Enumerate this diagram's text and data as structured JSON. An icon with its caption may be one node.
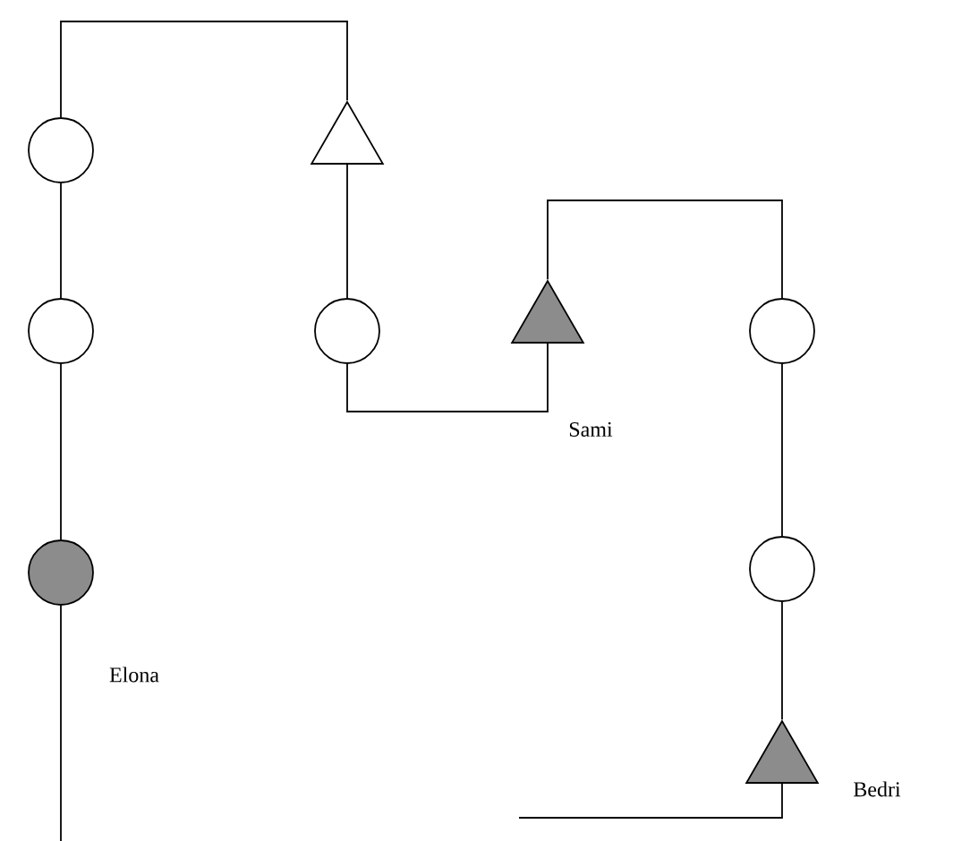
{
  "diagram": {
    "nodes": [
      {
        "text": [],
        "shape": "circle"
      },
      {
        "text": [],
        "shape": "triangle"
      },
      {
        "text": [],
        "shape": "circle"
      },
      {
        "text": [],
        "shape": "circle"
      },
      {
        "text": [],
        "shape": "triangle",
        "beside": [
          "Sami"
        ]
      },
      {
        "text": [],
        "shape": "circle"
      },
      {
        "text": [],
        "shape": "circle",
        "beside": [
          "Elona"
        ]
      },
      {
        "text": [],
        "shape": "circle"
      },
      {
        "text": [],
        "shape": "triangle",
        "beside": [
          "Bedri"
        ]
      }
    ],
    "edges": [
      {
        "from": 0,
        "to": 1,
        "arrow": "none"
      },
      {
        "from": 0,
        "to": 2,
        "arrow": "none"
      },
      {
        "from": 2,
        "to": 6,
        "arrow": "none"
      },
      {
        "from": 6,
        "to": null,
        "arrow": "none"
      },
      {
        "from": 1,
        "to": 3,
        "arrow": "none"
      },
      {
        "from": 3,
        "to": 4,
        "arrow": "none"
      },
      {
        "from": 4,
        "to": 5,
        "arrow": "none"
      },
      {
        "from": 5,
        "to": 7,
        "arrow": "none"
      },
      {
        "from": 7,
        "to": 8,
        "arrow": "none"
      },
      {
        "from": 8,
        "to": null,
        "arrow": "none"
      }
    ]
  }
}
